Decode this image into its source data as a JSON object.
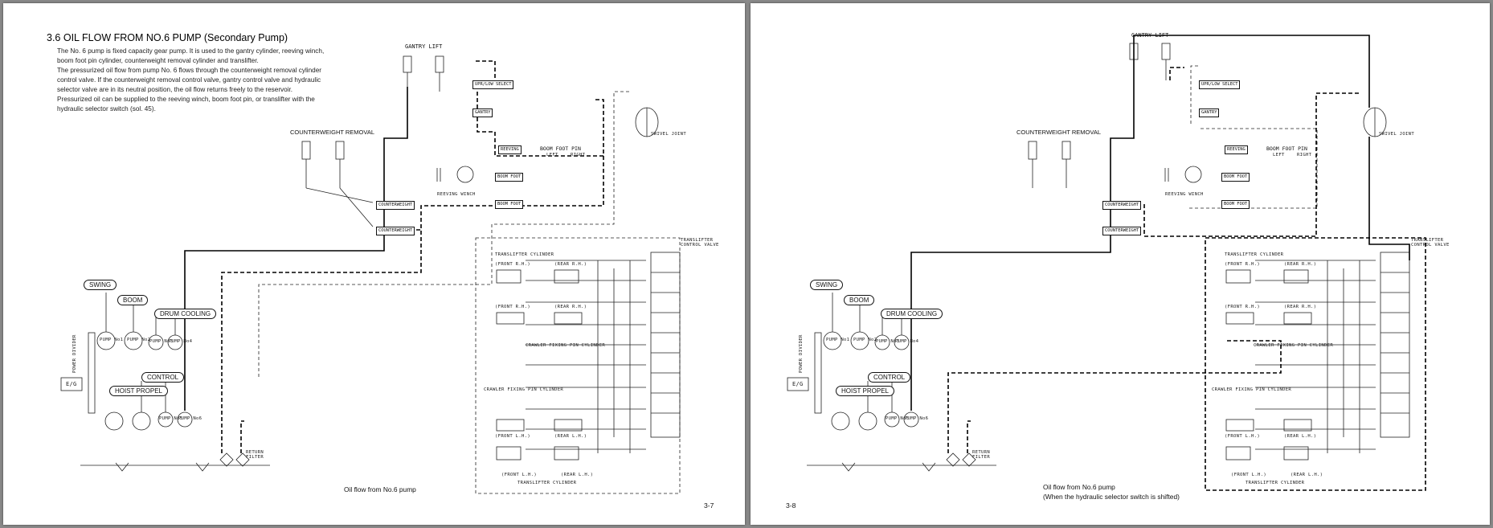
{
  "left_page": {
    "heading": "3.6 OIL FLOW FROM NO.6 PUMP (Secondary Pump)",
    "paragraphs": [
      "The No. 6 pump is fixed capacity gear pump. It is used to the gantry cylinder, reeving winch, boom foot pin cylinder, counterweight removal cylinder and translifter.",
      "The pressurized oil flow from pump No. 6 flows through the counterweight removal cylinder control valve. If the counterweight removal control valve, gantry control valve and hydraulic selector valve are in its neutral position, the oil flow returns freely to the reservoir.",
      "Pressurized oil can be supplied to the reeving winch, boom foot pin, or translifter with the hydraulic selector switch (sol. 45)."
    ],
    "caption": "Oil flow from No.6 pump",
    "page_number": "3-7"
  },
  "right_page": {
    "caption_line1": "Oil flow from No.6 pump",
    "caption_line2": "(When the hydraulic selector switch is shifted)",
    "page_number": "3-8"
  },
  "diagram_labels": {
    "gantry_lift": "GANTRY LIFT",
    "counterweight_removal": "COUNTERWEIGHT REMOVAL",
    "counterweight": "COUNTERWEIGHT",
    "swing": "SWING",
    "boom": "BOOM",
    "drum_cooling": "DRUM COOLING",
    "control": "CONTROL",
    "hoist_propel": "HOIST PROPEL",
    "eg": "E/G",
    "power_divider": "POWER DIVIDER",
    "return_filter": "RETURN FILTER",
    "swivel_joint": "SWIVEL JOINT",
    "translifter_control_valve": "TRANSLIFTER CONTROL VALVE",
    "translifter_cylinder": "TRANSLIFTER CYLINDER",
    "crawler_fixing_pin_cylinder": "CRAWLER FIXING PIN CYLINDER",
    "boom_foot_pin": "BOOM FOOT PIN",
    "left": "LEFT",
    "right": "RIGHT",
    "reeving": "REEVING",
    "boom_foot": "BOOM FOOT",
    "reeving_winch": "REEVING WINCH",
    "gantry": "GANTRY",
    "upr_low_select": "UPR/LOW SELECT",
    "front_rh": "(FRONT R.H.)",
    "rear_rh": "(REAR R.H.)",
    "front_lh": "(FRONT L.H.)",
    "rear_lh": "(REAR L.H.)",
    "pump_no1": "PUMP No1",
    "pump_no2": "PUMP No2",
    "pump_no3": "PUMP No3",
    "pump_no4": "PUMP No4",
    "pump_no5": "PUMP No5",
    "pump_no6": "PUMP No6"
  }
}
